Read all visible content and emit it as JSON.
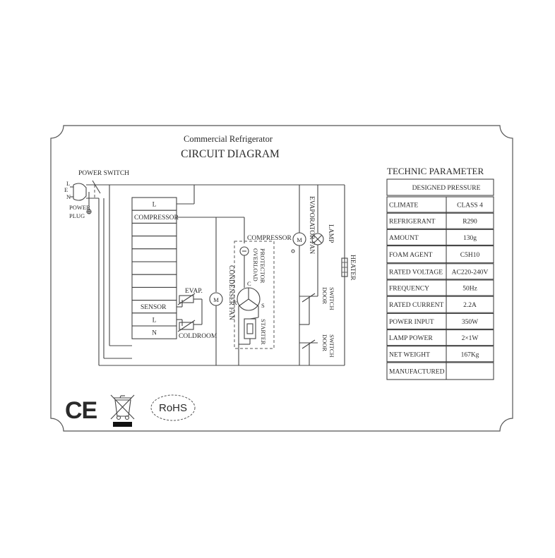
{
  "header": {
    "subtitle": "Commercial Refrigerator",
    "title": "CIRCUIT DIAGRAM"
  },
  "plug": {
    "power_switch": "POWER SWITCH",
    "terminals": [
      "L",
      "E",
      "N"
    ],
    "power_label": "POWER",
    "plug_label": "PLUG"
  },
  "controller": {
    "rows": [
      "L",
      "COMPRESSOR",
      "",
      "",
      "",
      "",
      "",
      "",
      "SENSOR",
      "L",
      "N"
    ]
  },
  "components": {
    "evap": "EVAP.",
    "coldroom": "COLDROOM",
    "condenser_fan": "CONDENSER FAN",
    "compressor": "COMPRESSOR",
    "overload": "OVERLOAD",
    "protector": "PROTECTOR",
    "starter": "STARTER",
    "evaporator_fan": "EVAPORATOR FAN",
    "lamp": "LAMP",
    "door_switch_1a": "DOOR",
    "door_switch_1b": "SWITCH",
    "door_switch_2a": "DOOR",
    "door_switch_2b": "SWITCH",
    "heater": "HEATER",
    "motor_symbol": "M",
    "comp_c": "C",
    "comp_r": "R",
    "comp_s": "S"
  },
  "parameters": {
    "heading": "TECHNIC  PARAMETER",
    "designed_pressure": "DESIGNED PRESSURE",
    "rows": [
      {
        "label": "CLIMATE",
        "value": "CLASS 4"
      },
      {
        "label": "REFRIGERANT",
        "value": "R290"
      },
      {
        "label": "AMOUNT",
        "value": "130g"
      },
      {
        "label": "FOAM AGENT",
        "value": "C5H10"
      },
      {
        "label": "RATED VOLTAGE",
        "value": "AC220-240V"
      },
      {
        "label": "FREQUENCY",
        "value": "50Hz"
      },
      {
        "label": "RATED CURRENT",
        "value": "2.2A"
      },
      {
        "label": "POWER INPUT",
        "value": "350W"
      },
      {
        "label": "LAMP POWER",
        "value": "2×1W"
      },
      {
        "label": "NET WEIGHT",
        "value": "167Kg"
      },
      {
        "label": "MANUFACTURED",
        "value": ""
      }
    ]
  },
  "marks": {
    "ce": "CE",
    "rohs": "RoHS"
  }
}
